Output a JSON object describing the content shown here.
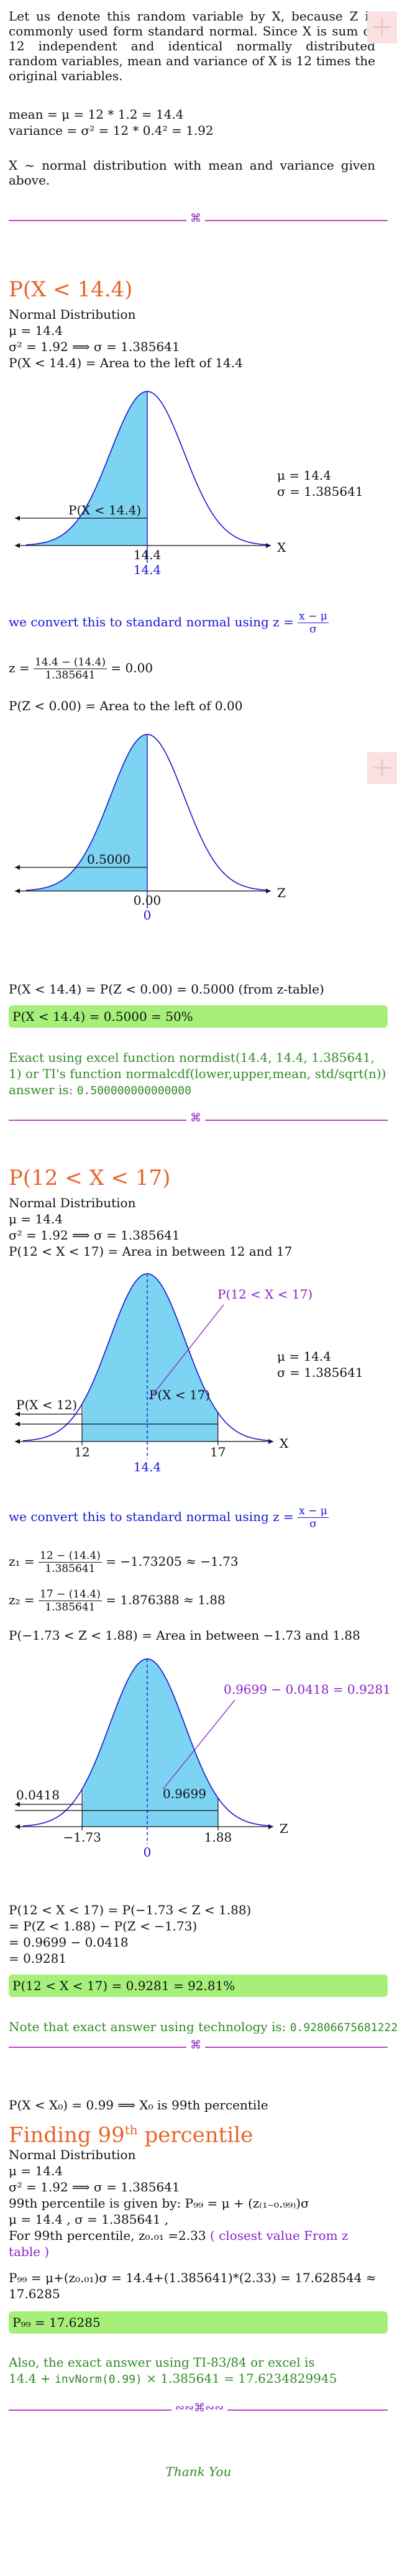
{
  "intro": {
    "paragraph": "Let us denote this random variable by X, because Z is commonly used form standard normal. Since X is sum of 12 independent and identical normally distributed random variables, mean and variance of X is 12 times the original variables.",
    "mean_line": "mean = μ = 12 * 1.2 = 14.4",
    "variance_line": "variance = σ² = 12 * 0.4² = 1.92",
    "x_dist_line": "X ~ normal distribution with mean and variance given above."
  },
  "sep_glyph": "⌘",
  "sep_glyph_last": "∾∾⌘∾∾",
  "part1": {
    "title": "P(X < 14.4)",
    "normal_dist": "Normal Distribution",
    "mu": "μ = 14.4",
    "sigma_sq": "σ² = 1.92 ⟹ σ = 1.385641",
    "area_desc": "P(X < 14.4) = Area to the left of 14.4",
    "graph1": {
      "shade_label": "P(X < 14.4)",
      "tick_black": "14.4",
      "tick_blue": "14.4",
      "axis": "X",
      "mu_label": "μ = 14.4",
      "sigma_label": "σ = 1.385641"
    },
    "convert_text": "we convert this to standard normal using z =",
    "convert_num": "x − μ",
    "convert_den": "σ",
    "z_lhs": "z =",
    "z_num": "14.4 − (14.4)",
    "z_den": "1.385641",
    "z_rhs": "= 0.00",
    "z_area": "P(Z < 0.00) = Area to the left of 0.00",
    "graph2": {
      "shade_label": "0.5000",
      "tick_black": "0.00",
      "tick_blue": "0",
      "axis": "Z"
    },
    "result_line": "P(X < 14.4) = P(Z < 0.00) = 0.5000 (from z-table)",
    "highlight": "P(X < 14.4) = 0.5000 = 50%",
    "exact_text_1": "Exact using excel function normdist(14.4, 14.4, 1.385641,",
    "exact_text_2": "1) or TI's function normalcdf(lower,upper,mean, std/sqrt(n))",
    "exact_text_3": "answer is:",
    "exact_value": "0.500000000000000"
  },
  "part2": {
    "title": "P(12 < X < 17)",
    "normal_dist": "Normal Distribution",
    "mu": "μ = 14.4",
    "sigma_sq": "σ² = 1.92 ⟹ σ = 1.385641",
    "area_desc": "P(12 < X < 17) = Area in between 12 and 17",
    "graph3": {
      "callout": "P(12 < X < 17)",
      "left_label": "P(X < 12)",
      "mid_label": "P(X < 17)",
      "tick_left": "12",
      "tick_right": "17",
      "tick_mid": "14.4",
      "axis": "X",
      "mu_label": "μ = 14.4",
      "sigma_label": "σ = 1.385641"
    },
    "convert_text": "we convert this to standard normal using z =",
    "convert_num": "x − μ",
    "convert_den": "σ",
    "z1_lhs": "z₁ =",
    "z1_num": "12 − (14.4)",
    "z1_den": "1.385641",
    "z1_rhs": "= −1.73205 ≈ −1.73",
    "z2_lhs": "z₂ =",
    "z2_num": "17 − (14.4)",
    "z2_den": "1.385641",
    "z2_rhs": "= 1.876388 ≈ 1.88",
    "z_area": "P(−1.73 < Z < 1.88) = Area in between −1.73 and 1.88",
    "graph4": {
      "callout": "0.9699 − 0.0418 = 0.9281",
      "left_label": "0.0418",
      "mid_label": "0.9699",
      "tick_left": "−1.73",
      "tick_right": "1.88",
      "tick_mid": "0",
      "axis": "Z"
    },
    "calc_lines": [
      "P(12 < X < 17) = P(−1.73 < Z < 1.88)",
      "= P(Z < 1.88) − P(Z < −1.73)",
      "= 0.9699 − 0.0418",
      "= 0.9281"
    ],
    "highlight": "P(12 < X < 17) = 0.9281 = 92.81%",
    "note_text": "Note that exact answer using technology is:",
    "note_value": "0.928066756812222"
  },
  "part3": {
    "percentile_def": "P(X < X₀) = 0.99 ⟹ X₀ is 99th percentile",
    "title_pre": "Finding 99",
    "title_sup": "th",
    "title_post": " percentile",
    "normal_dist": "Normal Distribution",
    "mu": "μ = 14.4",
    "sigma_sq": "σ² = 1.92 ⟹ σ = 1.385641",
    "formula": "99th percentile is given by: P₉₉ = μ + (z₍₁₋₀.₉₉₎)σ",
    "given": "μ = 14.4 , σ = 1.385641 ,",
    "for_text": "For 99th percentile, z₀.₀₁ =2.33",
    "closest": "( closest value From z",
    "closest_2": "table )",
    "p99_line_1": "P₉₉ = μ+(z₀.₀₁)σ = 14.4+(1.385641)*(2.33) = 17.628544 ≈",
    "p99_line_2": "17.6285",
    "highlight": "P₉₉ = 17.6285",
    "exact_text_1": "Also, the exact answer using TI-83/84 or excel is",
    "exact_pre": "14.4 +",
    "exact_fn": "invNorm(0.99)",
    "exact_post": "× 1.385641 = 17.6234829945"
  },
  "thanks": "Thank You",
  "chart_data": [
    {
      "type": "area",
      "distribution": "normal",
      "mean": 14.4,
      "sd": 1.385641,
      "shaded": "left",
      "upper": 14.4,
      "area": 0.5
    },
    {
      "type": "area",
      "distribution": "standard normal",
      "mean": 0,
      "sd": 1,
      "shaded": "left",
      "upper": 0.0,
      "area": 0.5
    },
    {
      "type": "area",
      "distribution": "normal",
      "mean": 14.4,
      "sd": 1.385641,
      "shaded": "between",
      "lower": 12,
      "upper": 17,
      "area": 0.9281
    },
    {
      "type": "area",
      "distribution": "standard normal",
      "mean": 0,
      "sd": 1,
      "shaded": "between",
      "lower": -1.73,
      "upper": 1.88,
      "area": 0.9281
    }
  ],
  "colors": {
    "heading": "#e8642a",
    "green_text": "#2e8b22",
    "purple_text": "#8b1fc9",
    "curve": "#1515d6",
    "shade": "#7dd3f2",
    "highlight": "#a6f07a"
  }
}
